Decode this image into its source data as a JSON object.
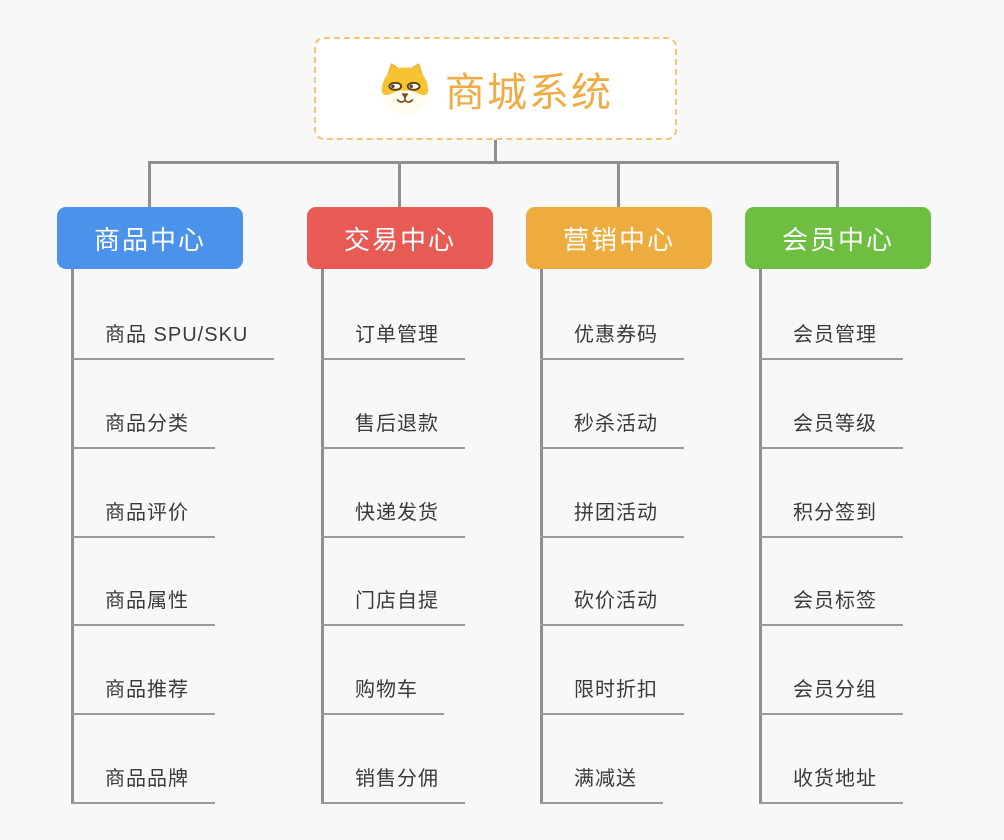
{
  "canvas": {
    "background_color": "#f8f8f8",
    "connector_color": "#8f8f8f",
    "underline_color": "#9a9a9a"
  },
  "root": {
    "title": "商城系统",
    "logo_icon": "dog-face-icon",
    "title_color": "#efac45",
    "border_color": "#f5c476"
  },
  "branches": [
    {
      "label": "商品中心",
      "color": "#4b92ea",
      "children": [
        "商品 SPU/SKU",
        "商品分类",
        "商品评价",
        "商品属性",
        "商品推荐",
        "商品品牌"
      ]
    },
    {
      "label": "交易中心",
      "color": "#e85b55",
      "children": [
        "订单管理",
        "售后退款",
        "快递发货",
        "门店自提",
        "购物车",
        "销售分佣"
      ]
    },
    {
      "label": "营销中心",
      "color": "#eeac3f",
      "children": [
        "优惠券码",
        "秒杀活动",
        "拼团活动",
        "砍价活动",
        "限时折扣",
        "满减送"
      ]
    },
    {
      "label": "会员中心",
      "color": "#6dbe41",
      "children": [
        "会员管理",
        "会员等级",
        "积分签到",
        "会员标签",
        "会员分组",
        "收货地址"
      ]
    }
  ]
}
